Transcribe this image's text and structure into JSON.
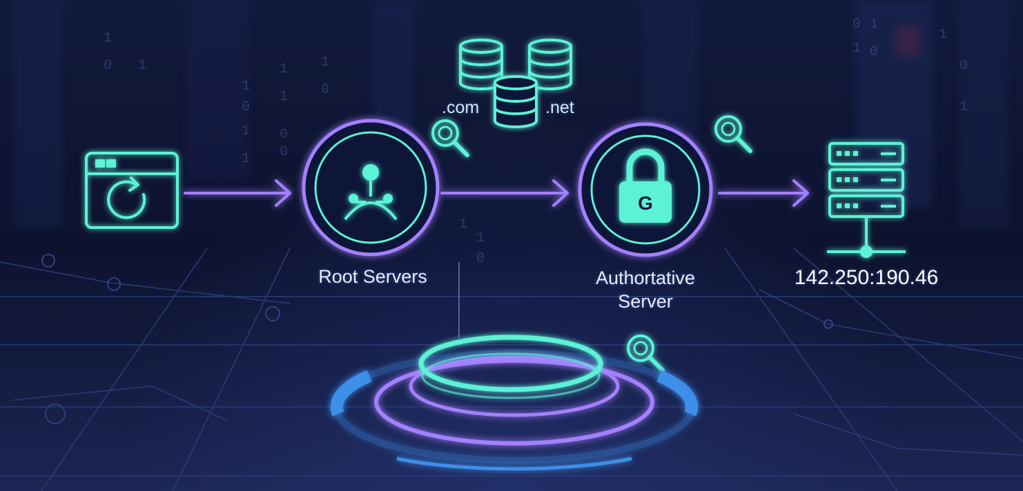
{
  "diagram": {
    "root_servers_label": "Root Servers",
    "authoritative_line1": "Authortative",
    "authoritative_line2": "Server",
    "ip_address": "142.250:190.46",
    "tld_com": ".com",
    "tld_net": ".net",
    "auth_lock_glyph": "G"
  },
  "colors": {
    "teal": "#5cf2d6",
    "purple": "#9a78ff",
    "blue": "#3d8fe8",
    "background": "#0b0f2a"
  },
  "icons": [
    "browser-refresh-icon",
    "root-network-icon",
    "database-icon",
    "lock-icon",
    "search-icon",
    "server-rack-icon"
  ]
}
